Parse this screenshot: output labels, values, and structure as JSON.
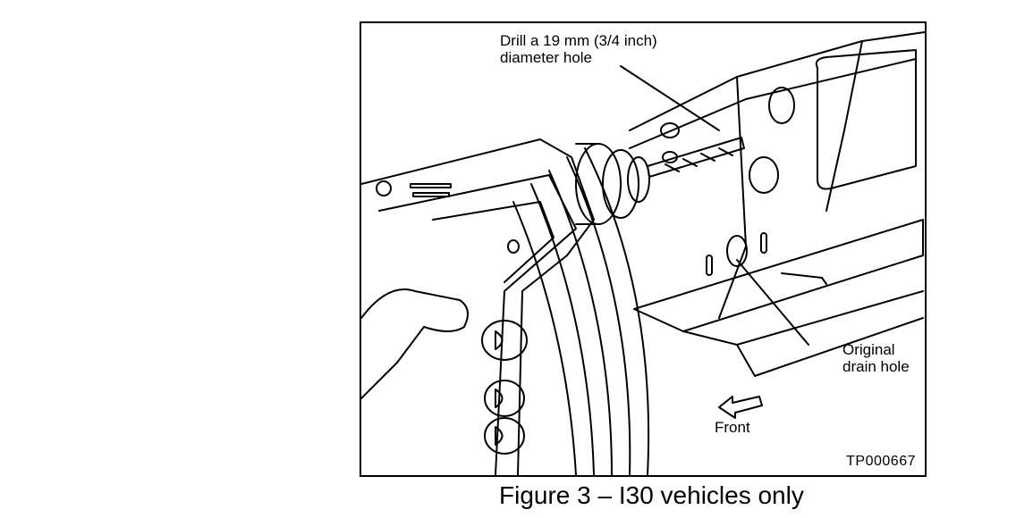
{
  "figure": {
    "callouts": {
      "drill_line1": "Drill a 19 mm (3/4 inch)",
      "drill_line2": "diameter hole",
      "drain_line1": "Original",
      "drain_line2": "drain hole"
    },
    "direction_label": "Front",
    "figure_id": "TP000667",
    "caption": "Figure 3 – I30 vehicles only"
  }
}
